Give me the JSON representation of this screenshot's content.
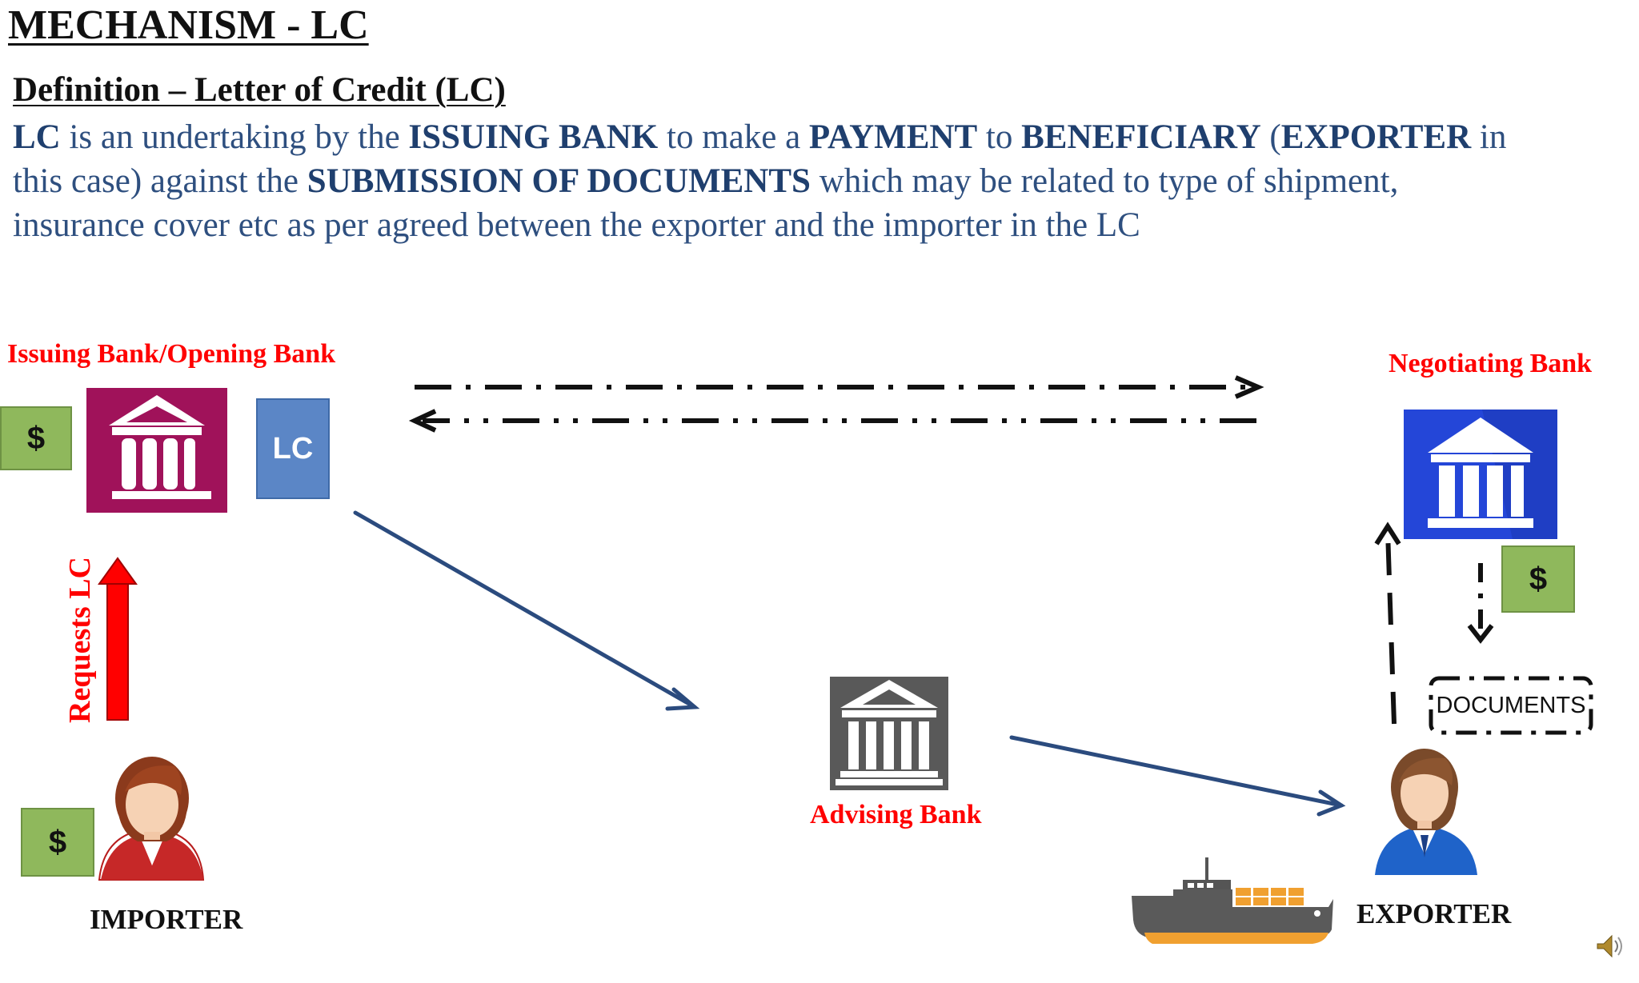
{
  "title": "MECHANISM - LC",
  "definition": {
    "heading": "Definition – Letter of Credit (LC)",
    "segments": [
      {
        "t": "LC",
        "b": true
      },
      {
        "t": " is an undertaking by the ",
        "b": false
      },
      {
        "t": "ISSUING BANK",
        "b": true
      },
      {
        "t": " to make a ",
        "b": false
      },
      {
        "t": "PAYMENT",
        "b": true
      },
      {
        "t": " to ",
        "b": false
      },
      {
        "t": "BENEFICIARY",
        "b": true
      },
      {
        "t": " (",
        "b": false
      },
      {
        "t": "EXPORTER",
        "b": true
      },
      {
        "t": " in this case) against the ",
        "b": false
      },
      {
        "t": "SUBMISSION OF DOCUMENTS",
        "b": true
      },
      {
        "t": " which may be related to type of shipment, insurance cover etc as per agreed between the exporter and the importer in the LC",
        "b": false
      }
    ]
  },
  "diagram": {
    "issuing_bank": "Issuing Bank/Opening Bank",
    "negotiating_bank": "Negotiating Bank",
    "advising_bank": "Advising Bank",
    "importer": "IMPORTER",
    "exporter": "EXPORTER",
    "requests_lc": "Requests LC",
    "lc_box": "LC",
    "currency_symbol": "$",
    "documents": "DOCUMENTS"
  },
  "colors": {
    "label_red": "#ff0000",
    "text_blue": "#2e4f7f",
    "arrow_blue": "#2b4b7e",
    "issuing_bank_tile": "#a0125a",
    "negotiating_bank_tile": "#2446d8",
    "advising_bank_tile": "#595959",
    "money_green": "#8fb85c",
    "lc_blue": "#5b86c6"
  },
  "icons": [
    "bank-icon",
    "person-icon",
    "ship-icon",
    "speaker-icon"
  ]
}
